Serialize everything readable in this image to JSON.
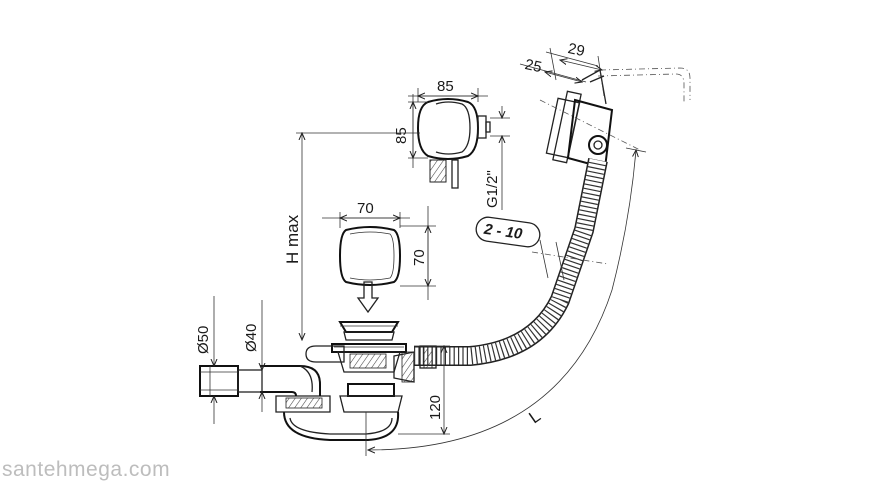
{
  "dimensions": {
    "d29": "29",
    "d25": "25",
    "d85_width": "85",
    "d85_height": "85",
    "g12": "G1/2\"",
    "range": "2 - 10",
    "d70_width": "70",
    "d70_height": "70",
    "hmax": "H max",
    "d50": "Ø50",
    "d40": "Ø40",
    "d120": "120",
    "l": "L"
  },
  "watermark": "santehmega.com"
}
